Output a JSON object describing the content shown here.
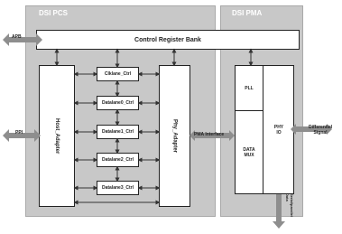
{
  "panels": {
    "pcs_title": "DSI PCS",
    "pma_title": "DSI PMA"
  },
  "blocks": {
    "control_register_bank": "Control Register Bank",
    "host_adapter": "Host_Adapter",
    "phy_adapter": "Phy_Adapter",
    "pll": "PLL",
    "data_mux": "DATA\nMUX",
    "phy_io": "PHY\nIO",
    "ctrl_lanes": [
      "Clklane_Ctrl",
      "Datalane0_Ctrl",
      "Datalane1_Ctrl",
      "Datalane2_Ctrl",
      "Datalane3_Ctrl"
    ]
  },
  "interfaces": {
    "apb": "APB",
    "ppi": "PPI",
    "pma_interface": "PMA Interface",
    "differential_signal": "Differential\nSignal",
    "bottom_output": "Serial/parallel\nData"
  },
  "colors": {
    "panel_fill": "#c8c8c8",
    "box_fill": "#ffffff",
    "arrow_gray": "#8e8e8e"
  }
}
